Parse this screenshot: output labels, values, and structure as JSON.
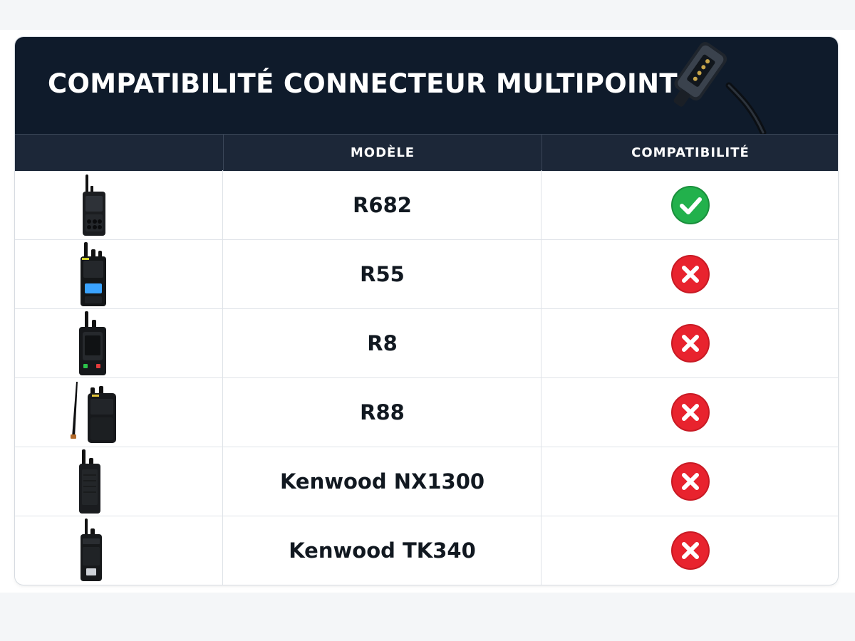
{
  "title": "COMPATIBILITÉ CONNECTEUR MULTIPOINT",
  "columns": {
    "image": "",
    "model": "MODÈLE",
    "compatibility": "COMPATIBILITÉ"
  },
  "rows": [
    {
      "model": "R682",
      "compatible": true,
      "status_icon": "check-circle-icon"
    },
    {
      "model": "R55",
      "compatible": false,
      "status_icon": "cross-circle-icon"
    },
    {
      "model": "R8",
      "compatible": false,
      "status_icon": "cross-circle-icon"
    },
    {
      "model": "R88",
      "compatible": false,
      "status_icon": "cross-circle-icon"
    },
    {
      "model": "Kenwood NX1300",
      "compatible": false,
      "status_icon": "cross-circle-icon"
    },
    {
      "model": "Kenwood TK340",
      "compatible": false,
      "status_icon": "cross-circle-icon"
    }
  ],
  "colors": {
    "header_bg": "#0f1b2b",
    "subheader_bg": "#1c2738",
    "compatible": "#22b14c",
    "incompatible": "#e8232e"
  }
}
